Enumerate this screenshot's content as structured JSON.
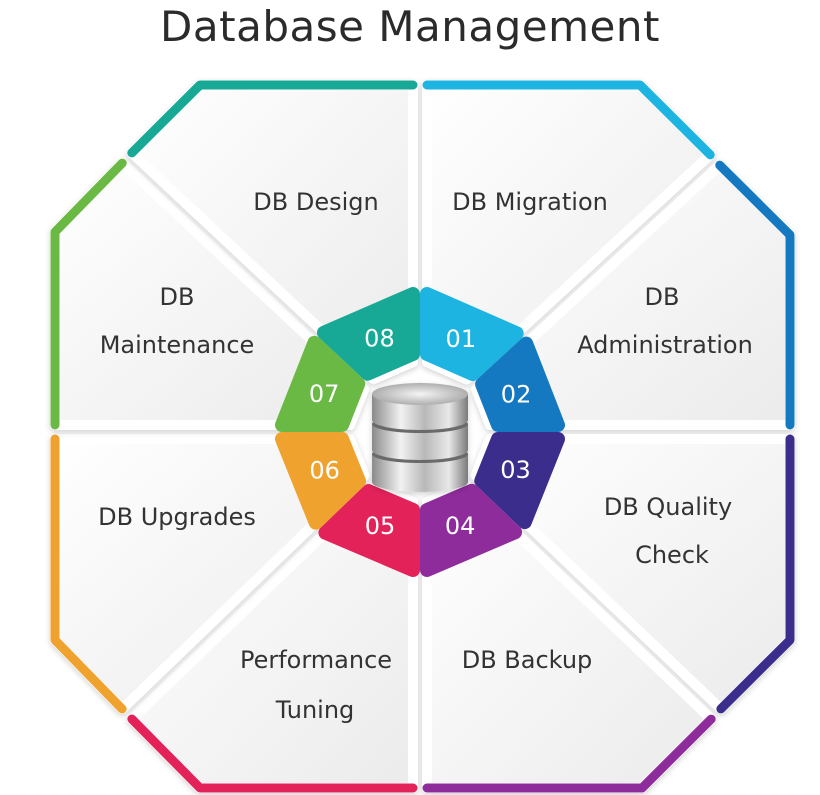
{
  "title": "Database Management",
  "center_icon": "database-icon",
  "segments": [
    {
      "number": "01",
      "lines": [
        "DB Migration"
      ],
      "color": "#1db4e2"
    },
    {
      "number": "02",
      "lines": [
        "DB",
        "Administration"
      ],
      "color": "#1479c0"
    },
    {
      "number": "03",
      "lines": [
        "DB Quality",
        "Check"
      ],
      "color": "#3a2d8c"
    },
    {
      "number": "04",
      "lines": [
        "DB Backup"
      ],
      "color": "#8f2c9c"
    },
    {
      "number": "05",
      "lines": [
        "Performance",
        "Tuning"
      ],
      "color": "#e3225a"
    },
    {
      "number": "06",
      "lines": [
        "DB Upgrades"
      ],
      "color": "#f0a22e"
    },
    {
      "number": "07",
      "lines": [
        "DB",
        "Maintenance"
      ],
      "color": "#6ab944"
    },
    {
      "number": "08",
      "lines": [
        "DB Design"
      ],
      "color": "#17a996"
    }
  ]
}
